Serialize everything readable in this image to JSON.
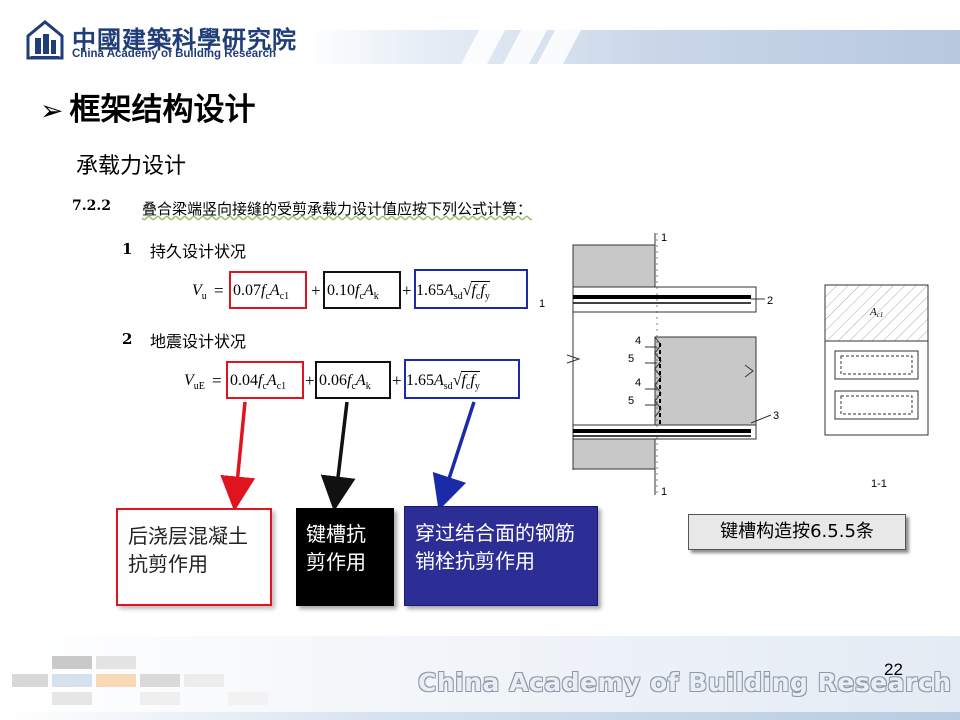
{
  "header": {
    "org_name_cn": "中國建築科學研究院",
    "org_name_en": "China Academy of Building Research",
    "logo_icon": "cabr-logo-icon"
  },
  "slide": {
    "title": "框架结构设计",
    "title_bullet_icon": "arrow-bullet-icon",
    "subtitle": "承载力设计",
    "clause_number": "7.2.2",
    "clause_text": "叠合梁端竖向接缝的受剪承载力设计值应按下列公式计算：",
    "case1": {
      "number": "1",
      "label": "持久设计状况"
    },
    "case2": {
      "number": "2",
      "label": "地震设计状况"
    }
  },
  "formula1": {
    "lhs": "V",
    "lhs_sub": "u",
    "eq": "=",
    "term1": "0.07",
    "term1_vars": "f",
    "term1_sub1": "c",
    "term1_var2": "A",
    "term1_sub2": "c1",
    "plus1": "+",
    "term2": "0.10",
    "term2_vars": "f",
    "term2_sub1": "c",
    "term2_var2": "A",
    "term2_sub2": "k",
    "plus2": "+",
    "term3": "1.65",
    "term3_var": "A",
    "term3_sub": "sd",
    "term3_root": "f",
    "term3_root_sub1": "c",
    "term3_root2": "f",
    "term3_root_sub2": "y"
  },
  "formula2": {
    "lhs": "V",
    "lhs_sub": "uE",
    "eq": "=",
    "term1": "0.04",
    "term1_vars": "f",
    "term1_sub1": "c",
    "term1_var2": "A",
    "term1_sub2": "c1",
    "plus1": "+",
    "term2": "0.06",
    "term2_vars": "f",
    "term2_sub1": "c",
    "term2_var2": "A",
    "term2_sub2": "k",
    "plus2": "+",
    "term3": "1.65",
    "term3_var": "A",
    "term3_sub": "sd",
    "term3_root": "f",
    "term3_root_sub1": "c",
    "term3_root2": "f",
    "term3_root_sub2": "y"
  },
  "explanations": {
    "red": "后浇层混凝土抗剪作用",
    "black": "键槽抗剪作用",
    "blue": "穿过结合面的钢筋销栓抗剪作用"
  },
  "note": "键槽构造按6.5.5条",
  "drawing": {
    "labels": [
      "1",
      "1",
      "1",
      "2",
      "3",
      "4",
      "5",
      "4",
      "5"
    ],
    "section_label": "1-1",
    "area_label": "A",
    "area_label_sub": "c1"
  },
  "footer": {
    "org_name_en": "China Academy of Building Research",
    "page_number": "22"
  },
  "colors": {
    "red": "#e0141e",
    "black": "#111111",
    "blue": "#1a2aa8",
    "brand_navy": "#1f3d78"
  }
}
